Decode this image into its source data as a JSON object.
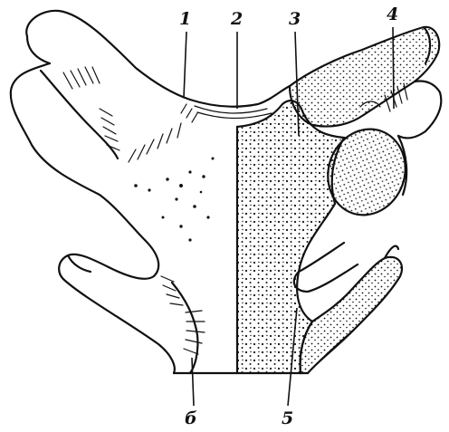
{
  "labels": [
    {
      "id": "1",
      "text": "1"
    },
    {
      "id": "2",
      "text": "2"
    },
    {
      "id": "3",
      "text": "3"
    },
    {
      "id": "4",
      "text": "4"
    },
    {
      "id": "5",
      "text": "5"
    },
    {
      "id": "6",
      "text": "б"
    }
  ]
}
